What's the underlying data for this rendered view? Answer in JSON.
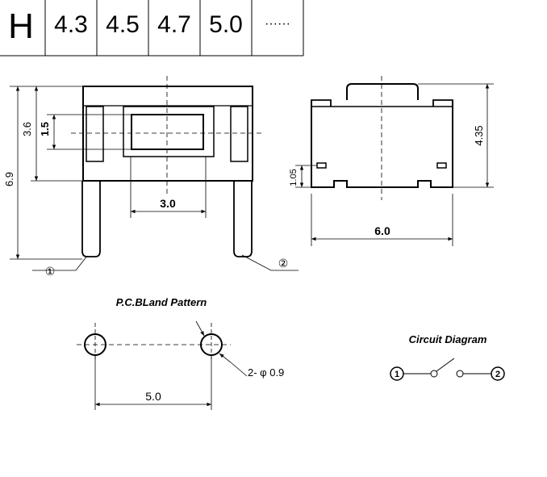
{
  "header": {
    "series_letter": "H",
    "heights": [
      "4.3",
      "4.5",
      "4.7",
      "5.0"
    ],
    "more": "······"
  },
  "front_view": {
    "dim_overall_height": "6.9",
    "dim_body_height": "3.6",
    "dim_window_height": "1.5",
    "dim_window_width": "3.0",
    "pin1_label": "①",
    "pin2_label": "②"
  },
  "side_view": {
    "dim_height": "4.35",
    "dim_notch": "1.05",
    "dim_width": "6.0"
  },
  "pcb": {
    "title": "P.C.BLand Pattern",
    "dim_pitch": "5.0",
    "hole_spec": "2- φ 0.9"
  },
  "circuit": {
    "title": "Circuit Diagram",
    "terminal1": "1",
    "terminal2": "2"
  }
}
